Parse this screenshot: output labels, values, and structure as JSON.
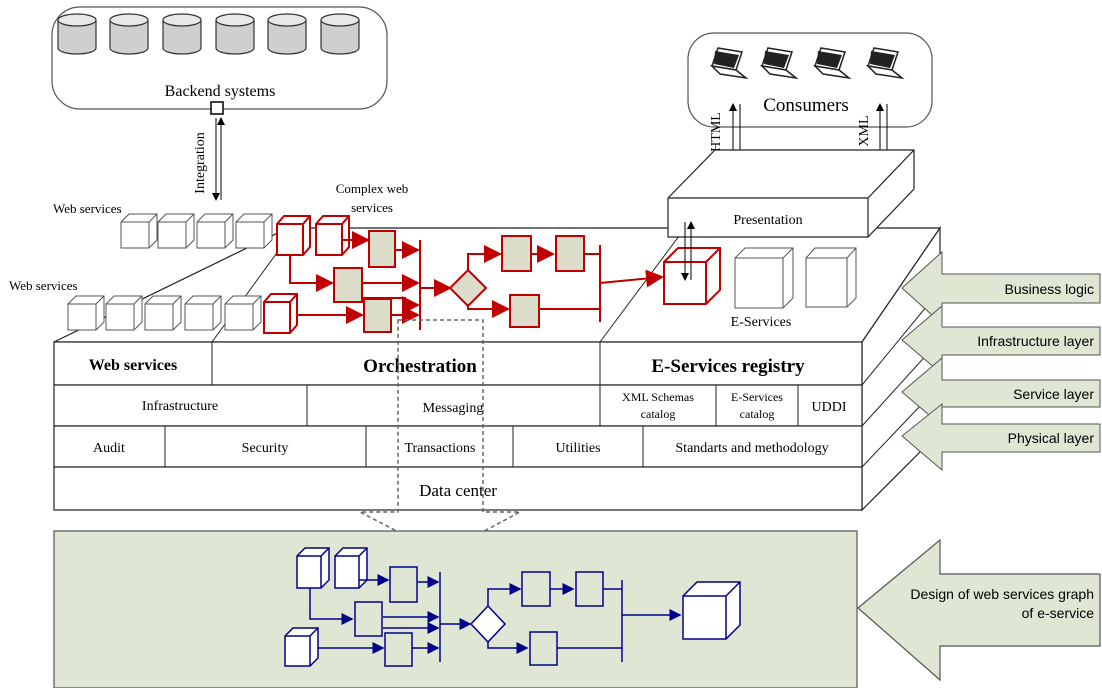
{
  "backend": {
    "label": "Backend systems"
  },
  "integration": {
    "label": "Integration"
  },
  "consumers": {
    "label": "Consumers",
    "html_label": "HTML",
    "xml_label": "XML"
  },
  "labels": {
    "web_services_top": "Web services",
    "web_services_left": "Web services",
    "complex_line1": "Complex web",
    "complex_line2": "services",
    "presentation": "Presentation",
    "eservices": "E-Services"
  },
  "platform": {
    "web_services": "Web services",
    "orchestration": "Orchestration",
    "eservices_registry": "E-Services registry",
    "infrastructure": "Infrastructure",
    "messaging": "Messaging",
    "xml_schemas_1": "XML Schemas",
    "xml_schemas_2": "catalog",
    "eservices_catalog_1": "E-Services",
    "eservices_catalog_2": "catalog",
    "uddi": "UDDI",
    "audit": "Audit",
    "security": "Security",
    "transactions": "Transactions",
    "utilities": "Utilities",
    "standards": "Standarts and methodology",
    "data_center": "Data center"
  },
  "layers": {
    "business_logic": "Business logic",
    "infrastructure_layer": "Infrastructure layer",
    "service_layer": "Service layer",
    "physical_layer": "Physical layer"
  },
  "design": {
    "line1": "Design of web services graph",
    "line2": "of e-service"
  },
  "colors": {
    "red": "#c00000",
    "navy": "#00008b",
    "panel": "#dfe6d3",
    "arrow_fill": "#dfe6d3",
    "node_fill": "#dcdccb"
  }
}
